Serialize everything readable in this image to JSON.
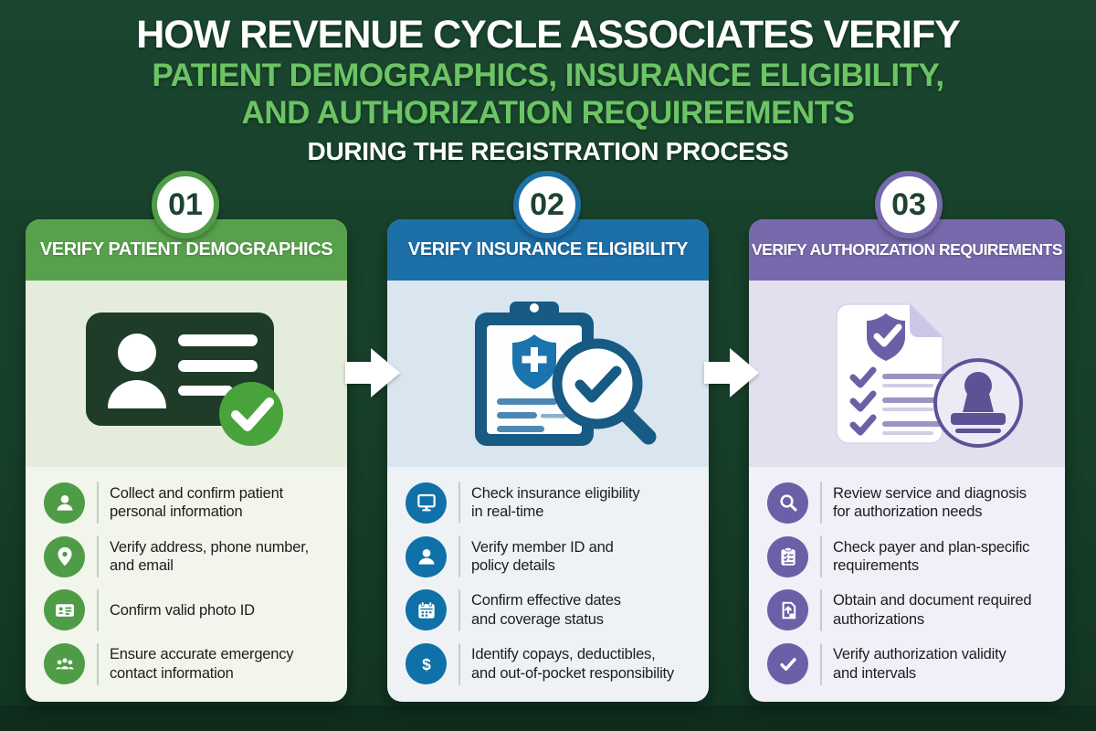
{
  "title": {
    "line1": "HOW REVENUE CYCLE ASSOCIATES VERIFY",
    "line2": "PATIENT DEMOGRAPHICS, INSURANCE ELIGIBILITY,",
    "line3": "AND AUTHORIZATION REQUIREEMENTS",
    "line4": "DURING THE REGISTRATION PROCESS"
  },
  "colors": {
    "background_green": "#18402a",
    "title_green": "#6cc464",
    "step1_accent": "#4f9c47",
    "step2_accent": "#1d6fa8",
    "step3_accent": "#7769ac",
    "number_text": "#1d4430"
  },
  "columns": [
    {
      "number": "01",
      "title": "VERIFY PATIENT DEMOGRAPHICS",
      "illustration": "id-card-with-green-checkmark",
      "bullets": [
        {
          "icon": "user-icon",
          "text": "Collect and confirm patient\npersonal information"
        },
        {
          "icon": "location-pin-icon",
          "text": "Verify address, phone number,\nand email"
        },
        {
          "icon": "id-card-icon",
          "text": "Confirm valid photo ID"
        },
        {
          "icon": "people-group-icon",
          "text": "Ensure accurate emergency\ncontact information"
        }
      ]
    },
    {
      "number": "02",
      "title": "VERIFY INSURANCE ELIGIBILITY",
      "illustration": "clipboard-shield-with-magnifier-check",
      "bullets": [
        {
          "icon": "monitor-icon",
          "text": "Check insurance eligibility\nin real-time"
        },
        {
          "icon": "user-icon",
          "text": "Verify member ID and\npolicy details"
        },
        {
          "icon": "calendar-icon",
          "text": "Confirm effective dates\nand coverage status"
        },
        {
          "icon": "dollar-icon",
          "text": "Identify copays, deductibles,\nand out-of-pocket responsibility"
        }
      ]
    },
    {
      "number": "03",
      "title": "VERIFY AUTHORIZATION REQUIREMENTS",
      "illustration": "checklist-document-with-stamp",
      "bullets": [
        {
          "icon": "magnifier-icon",
          "text": "Review service and diagnosis\nfor authorization needs"
        },
        {
          "icon": "checklist-icon",
          "text": "Check payer and plan-specific\nrequirements"
        },
        {
          "icon": "document-upload-icon",
          "text": "Obtain and document required\nauthorizations"
        },
        {
          "icon": "check-icon",
          "text": "Verify authorization validity\nand intervals"
        }
      ]
    }
  ]
}
